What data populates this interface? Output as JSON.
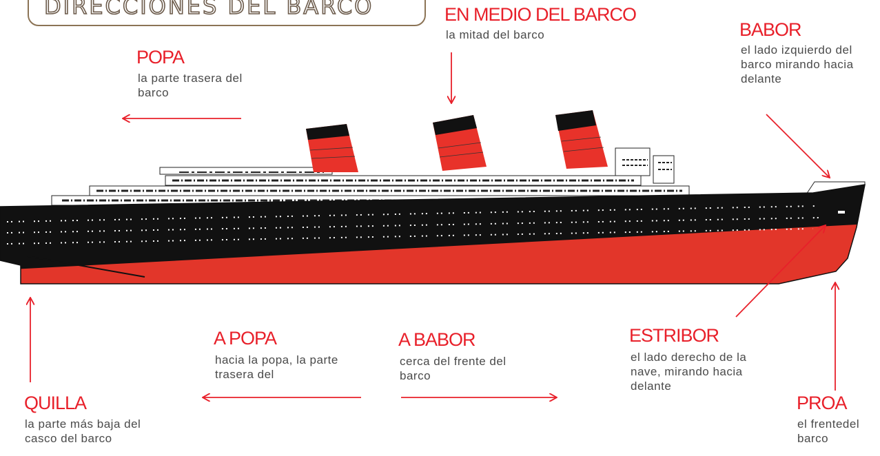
{
  "title": "DIRECCIONES DEL BARCO",
  "colors": {
    "accent_red": "#e8202a",
    "hull_black": "#111111",
    "hull_red": "#e2362a",
    "funnel_red": "#e8322a",
    "text_gray": "#4a4a4a",
    "title_border": "#8b7355"
  },
  "terms": {
    "en_medio": {
      "term": "EN MEDIO DEL BARCO",
      "desc": "la mitad del barco"
    },
    "babor": {
      "term": "BABOR",
      "desc": "el lado izquierdo del barco mirando hacia delante"
    },
    "popa": {
      "term": "POPA",
      "desc": "la parte trasera del barco"
    },
    "a_popa": {
      "term": "A POPA",
      "desc": "hacia la popa, la parte trasera del"
    },
    "a_babor": {
      "term": "A BABOR",
      "desc": "cerca del frente del barco"
    },
    "estribor": {
      "term": "ESTRIBOR",
      "desc": "el lado derecho de la nave, mirando hacia delante"
    },
    "quilla": {
      "term": "QUILLA",
      "desc": "la parte más baja del casco del barco"
    },
    "proa": {
      "term": "PROA",
      "desc": "el frentedel barco"
    }
  }
}
